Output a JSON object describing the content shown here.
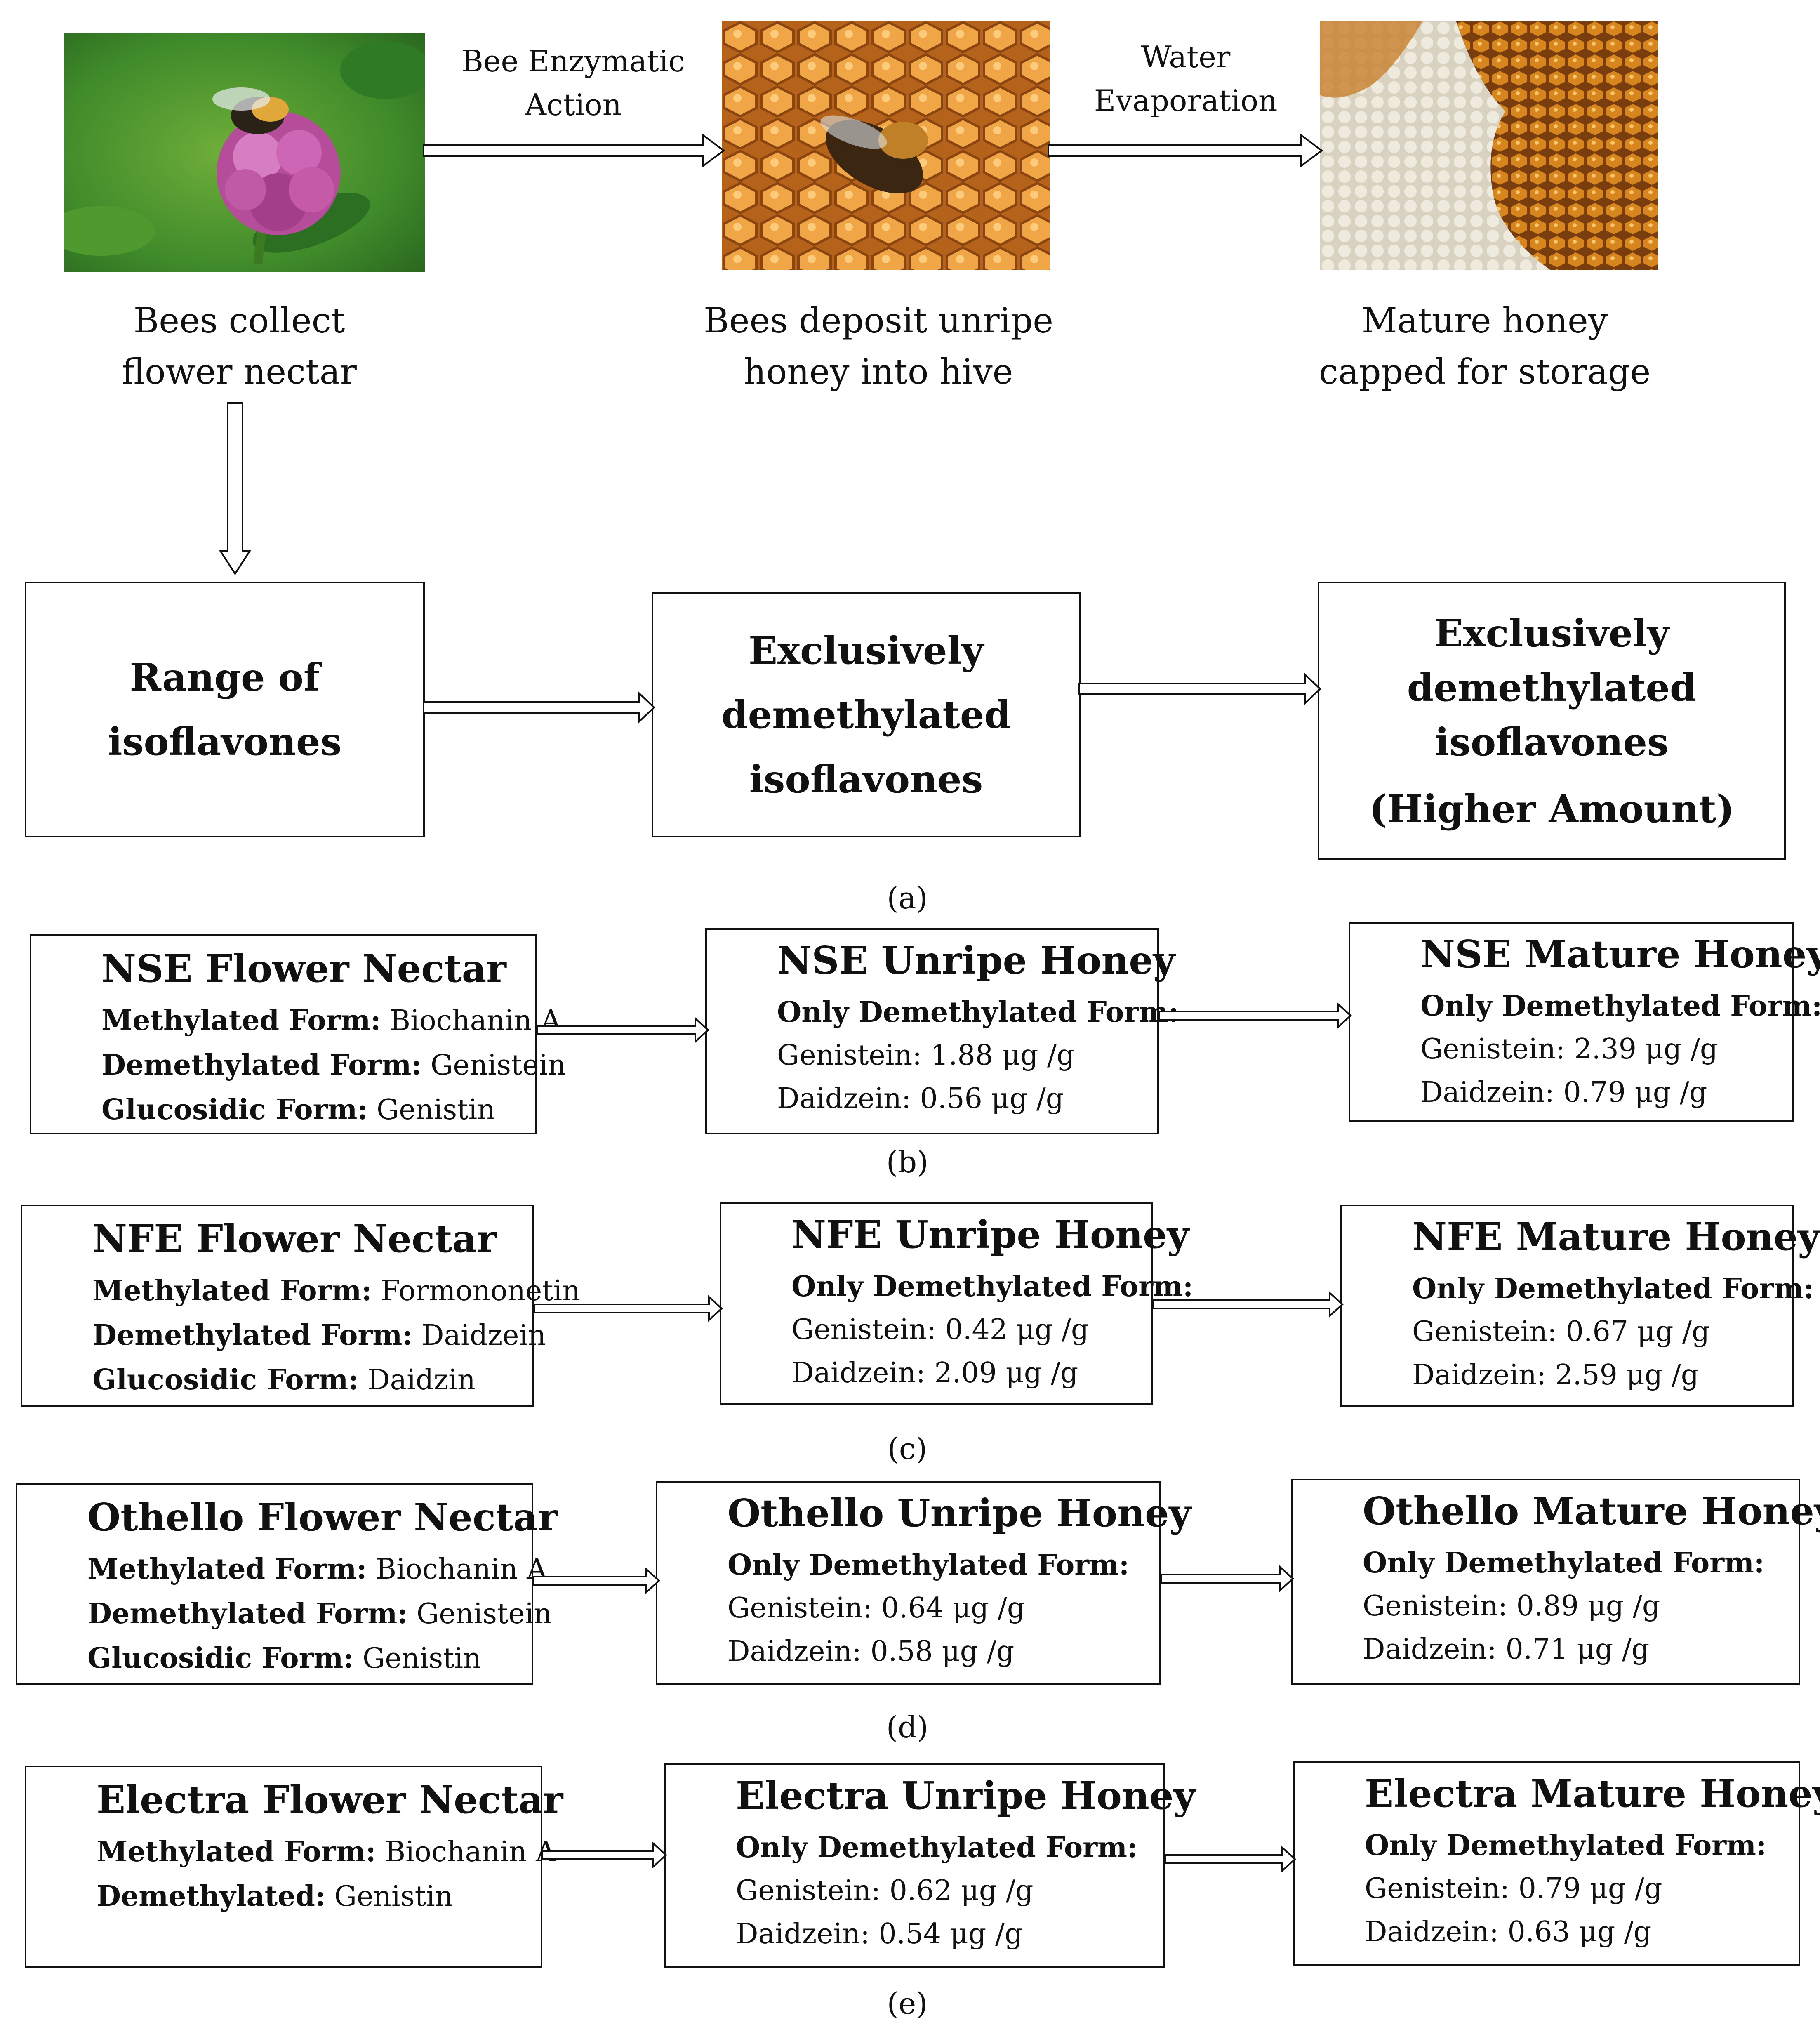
{
  "panel_a": {
    "images": [
      {
        "name": "flower-nectar-photo",
        "caption_lines": [
          "Bees collect",
          "flower nectar"
        ]
      },
      {
        "name": "unripe-honey-photo",
        "caption_lines": [
          "Bees deposit unripe",
          "honey into hive"
        ]
      },
      {
        "name": "mature-honey-photo",
        "caption_lines": [
          "Mature honey",
          "capped for storage"
        ]
      }
    ],
    "arrow_labels": [
      [
        "Bee Enzymatic",
        "Action"
      ],
      [
        "Water",
        "Evaporation"
      ]
    ],
    "boxes": [
      [
        "Range of",
        "isoflavones"
      ],
      [
        "Exclusively",
        "demethylated",
        "isoflavones"
      ],
      [
        "Exclusively",
        "demethylated",
        "isoflavones",
        "(Higher Amount)"
      ]
    ],
    "label": "(a)"
  },
  "panels": [
    {
      "label": "(b)",
      "nectar": {
        "title": "NSE Flower Nectar",
        "lines": [
          [
            "Methylated Form:",
            "Biochanin A"
          ],
          [
            "Demethylated Form:",
            "Genistein"
          ],
          [
            "Glucosidic Form:",
            "Genistin"
          ]
        ]
      },
      "unripe": {
        "title": "NSE Unripe Honey",
        "subtitle": "Only Demethylated Form:",
        "lines": [
          "Genistein: 1.88 μg /g",
          "Daidzein: 0.56 μg /g"
        ]
      },
      "mature": {
        "title": "NSE Mature Honey",
        "subtitle": "Only Demethylated Form:",
        "lines": [
          "Genistein: 2.39 μg /g",
          "Daidzein: 0.79 μg /g"
        ]
      }
    },
    {
      "label": "(c)",
      "nectar": {
        "title": "NFE Flower Nectar",
        "lines": [
          [
            "Methylated Form:",
            "Formononetin"
          ],
          [
            "Demethylated Form:",
            "Daidzein"
          ],
          [
            "Glucosidic Form:",
            "Daidzin"
          ]
        ]
      },
      "unripe": {
        "title": "NFE Unripe Honey",
        "subtitle": "Only Demethylated Form:",
        "lines": [
          "Genistein: 0.42 μg /g",
          "Daidzein: 2.09 μg /g"
        ]
      },
      "mature": {
        "title": "NFE Mature Honey",
        "subtitle": "Only Demethylated Form:",
        "lines": [
          "Genistein: 0.67 μg /g",
          "Daidzein: 2.59 μg /g"
        ]
      }
    },
    {
      "label": "(d)",
      "nectar": {
        "title": "Othello Flower Nectar",
        "lines": [
          [
            "Methylated Form:",
            "Biochanin A"
          ],
          [
            "Demethylated Form:",
            "Genistein"
          ],
          [
            "Glucosidic Form:",
            "Genistin"
          ]
        ]
      },
      "unripe": {
        "title": "Othello Unripe Honey",
        "subtitle": "Only Demethylated Form:",
        "lines": [
          "Genistein: 0.64 μg /g",
          "Daidzein: 0.58 μg /g"
        ]
      },
      "mature": {
        "title": "Othello Mature Honey",
        "subtitle": "Only Demethylated Form:",
        "lines": [
          "Genistein: 0.89 μg /g",
          "Daidzein: 0.71 μg /g"
        ]
      }
    },
    {
      "label": "(e)",
      "nectar": {
        "title": "Electra Flower Nectar",
        "lines": [
          [
            "Methylated Form:",
            "Biochanin A"
          ],
          [
            "Demethylated:",
            "Genistin"
          ]
        ]
      },
      "unripe": {
        "title": "Electra Unripe Honey",
        "subtitle": "Only Demethylated Form:",
        "lines": [
          "Genistein: 0.62 μg /g",
          "Daidzein: 0.54 μg /g"
        ]
      },
      "mature": {
        "title": "Electra Mature Honey",
        "subtitle": "Only Demethylated Form:",
        "lines": [
          "Genistein: 0.79 μg /g",
          "Daidzein: 0.63 μg /g"
        ]
      }
    }
  ]
}
